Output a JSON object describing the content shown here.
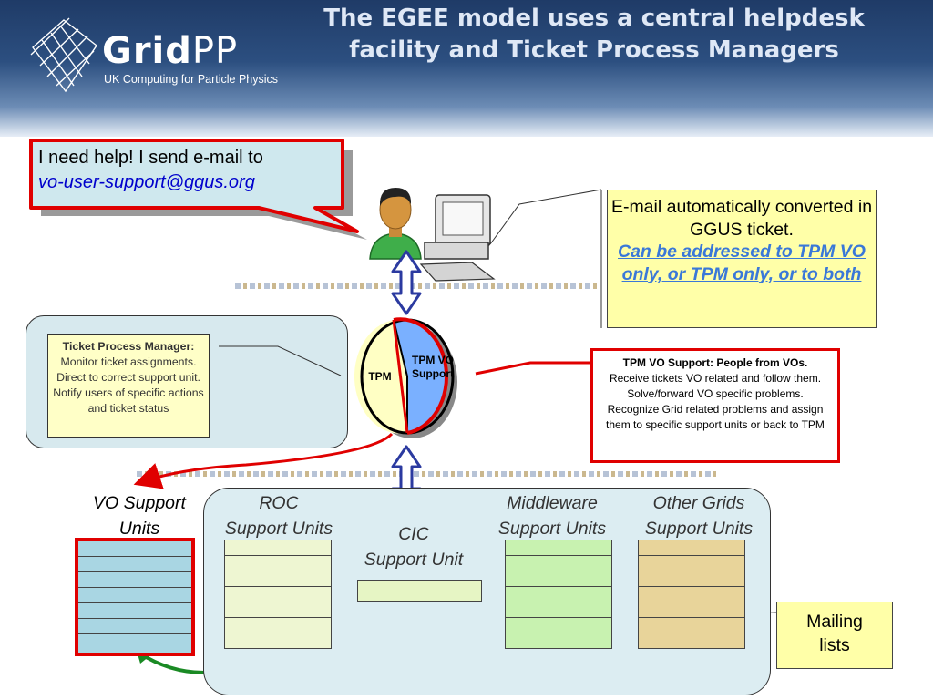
{
  "header": {
    "title": "The EGEE model uses a central helpdesk facility and Ticket Process Managers",
    "logo_name": "Grid",
    "logo_name_suffix": "PP",
    "logo_subtitle": "UK Computing for Particle Physics"
  },
  "user_callout": {
    "line1": "I need help! I send e-mail to",
    "email": "vo-user-support@ggus.org"
  },
  "email_box": {
    "line1": "E-mail automatically converted in GGUS ticket.",
    "link_text": "Can be addressed to TPM VO only, or TPM only, or to both"
  },
  "ticket_manager": {
    "bold_text": "Ticket Process Manager:",
    "text": " Monitor ticket assignments. Direct to correct support unit. Notify users of specific actions and ticket status"
  },
  "pie": {
    "left_label": "TPM",
    "right_label_line1": "TPM VO",
    "right_label_line2": "Support"
  },
  "tpm_vo_box": {
    "bold_text": "TPM VO Support: People from VOs.",
    "text": " Receive tickets VO related and follow them. Solve/forward VO specific problems. Recognize Grid related problems and assign them to specific support units or back to TPM"
  },
  "support_units": {
    "vo": {
      "line1": "VO Support",
      "line2": "Units"
    },
    "roc": {
      "line1": "ROC",
      "line2": "Support Units"
    },
    "cic": {
      "line1": "CIC",
      "line2": "Support Unit"
    },
    "middleware": {
      "line1": "Middleware",
      "line2": "Support Units"
    },
    "other": {
      "line1": "Other Grids",
      "line2": "Support Units"
    }
  },
  "mailing_lists": {
    "line1": "Mailing",
    "line2": "lists"
  },
  "colors": {
    "callout_red": "#e00000",
    "vo_rows": "#a9d6e3",
    "roc_rows": "#eef6d2",
    "cic_row": "#e6f5c4",
    "middleware_rows": "#c8f2b0",
    "other_rows": "#e8d49a",
    "pie_left": "#ffffc4",
    "pie_right": "#7ab0ff"
  }
}
